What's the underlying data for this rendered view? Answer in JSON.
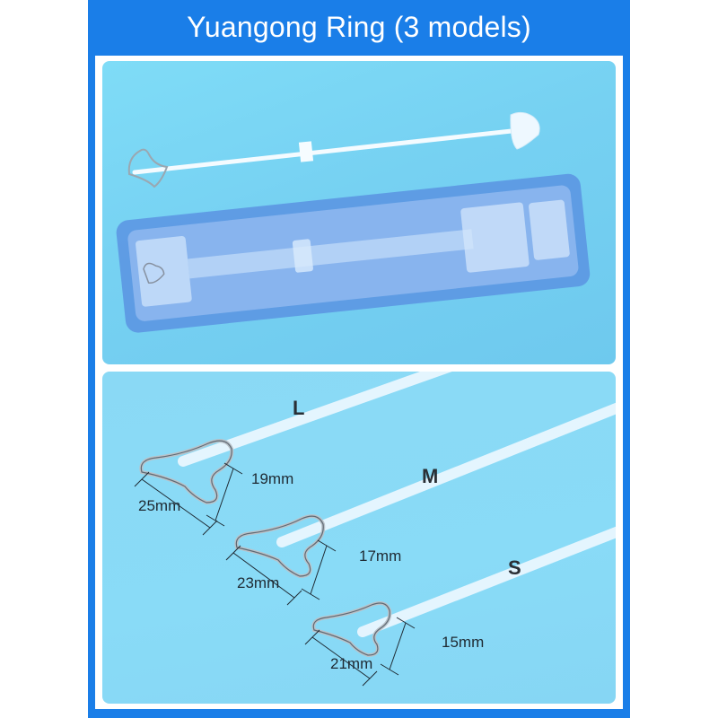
{
  "title": "Yuangong Ring (3 models)",
  "colors": {
    "frame_blue": "#1a7ee8",
    "panel_light_blue": "#7fdcf7",
    "tray_blue": "#4f8fe0",
    "text_dark": "#1f2a33"
  },
  "top_panel": {
    "description": "IUD with inserter rod above clear blister tray"
  },
  "models": [
    {
      "size": "L",
      "width": "25mm",
      "height": "19mm"
    },
    {
      "size": "M",
      "width": "23mm",
      "height": "17mm"
    },
    {
      "size": "S",
      "width": "21mm",
      "height": "15mm"
    }
  ]
}
